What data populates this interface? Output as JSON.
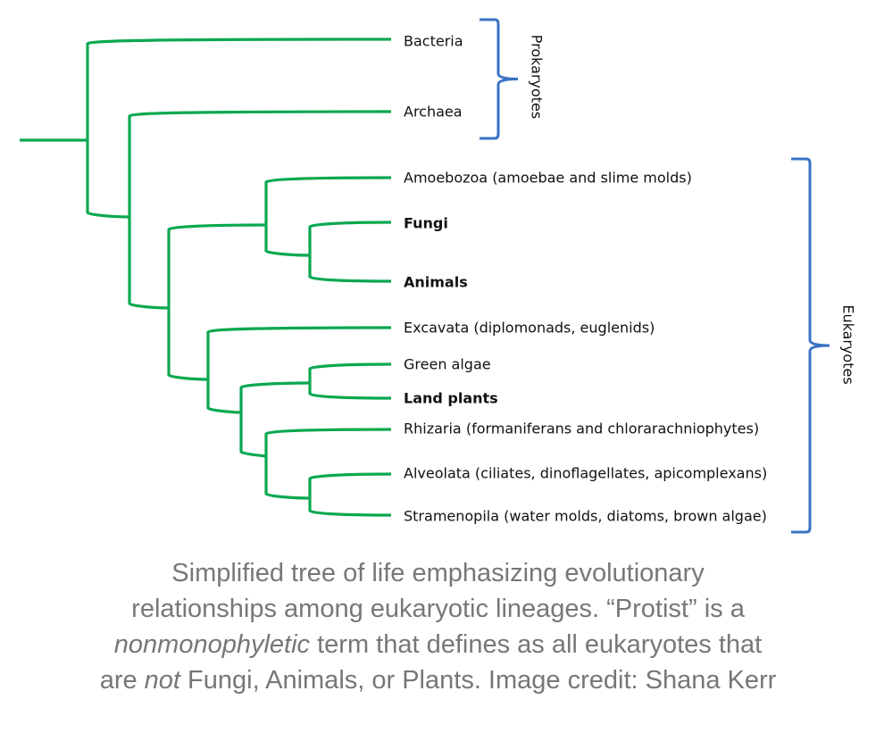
{
  "colors": {
    "branch": "#0aa84f",
    "bracket": "#3b72c4",
    "caption": "#777777"
  },
  "tree": {
    "leaves": [
      {
        "id": "bacteria",
        "label": "Bacteria",
        "bold": false
      },
      {
        "id": "archaea",
        "label": "Archaea",
        "bold": false
      },
      {
        "id": "amoebozoa",
        "label": "Amoebozoa (amoebae and slime molds)",
        "bold": false
      },
      {
        "id": "fungi",
        "label": "Fungi",
        "bold": true
      },
      {
        "id": "animals",
        "label": "Animals",
        "bold": true
      },
      {
        "id": "excavata",
        "label": "Excavata (diplomonads, euglenids)",
        "bold": false
      },
      {
        "id": "green-algae",
        "label": "Green algae",
        "bold": false
      },
      {
        "id": "land-plants",
        "label": "Land plants",
        "bold": true
      },
      {
        "id": "rhizaria",
        "label": "Rhizaria (formaniferans and chlorarachniophytes)",
        "bold": false
      },
      {
        "id": "alveolata",
        "label": "Alveolata (ciliates, dinoflagellates, apicomplexans)",
        "bold": false
      },
      {
        "id": "stramenopila",
        "label": "Stramenopila (water molds, diatoms, brown algae)",
        "bold": false
      }
    ],
    "groups": [
      {
        "label": "Prokaryotes",
        "members": [
          "bacteria",
          "archaea"
        ]
      },
      {
        "label": "Eukaryotes",
        "members": [
          "amoebozoa",
          "stramenopila"
        ]
      }
    ]
  },
  "caption": {
    "line1": "Simplified tree of life emphasizing evolutionary",
    "line2": "relationships among eukaryotic lineages. “Protist” is a",
    "line3_italic": "nonmonophyletic",
    "line3_rest": " term that defines as all eukaryotes that",
    "line4_pre": "are ",
    "line4_italic": "not",
    "line4_rest": " Fungi, Animals, or Plants. Image credit: Shana Kerr"
  }
}
